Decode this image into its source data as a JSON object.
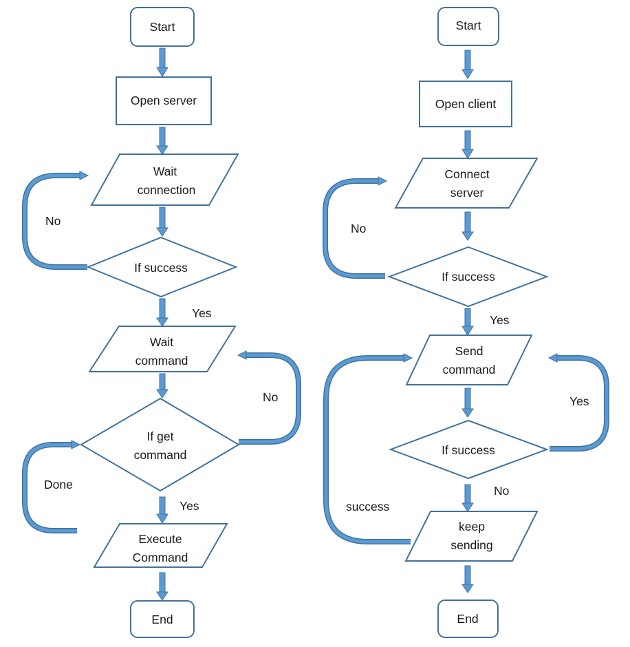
{
  "colors": {
    "outline": "#41719c",
    "arrow_fill": "#5b9bd5",
    "arrow_edge": "#41719c",
    "text": "#1a1a1a",
    "background": "#ffffff"
  },
  "server": {
    "start": "Start",
    "open": "Open server",
    "wait_connection": [
      "Wait",
      "connection"
    ],
    "if_success": "If success",
    "no_label": "No",
    "yes_label_1": "Yes",
    "wait_command": [
      "Wait",
      "command"
    ],
    "if_get_command": [
      "If get",
      "command"
    ],
    "no_label_2": "No",
    "done_label": "Done",
    "yes_label_2": "Yes",
    "execute": [
      "Execute",
      "Command"
    ],
    "end": "End"
  },
  "client": {
    "start": "Start",
    "open": "Open client",
    "connect": [
      "Connect",
      "server"
    ],
    "no_label": "No",
    "if_success_1": "If success",
    "yes_label_1": "Yes",
    "send": [
      "Send",
      "command"
    ],
    "yes_label_2": "Yes",
    "if_success_2": "If success",
    "no_label_2": "No",
    "success_label": "success",
    "keep_sending": [
      "keep",
      "sending"
    ],
    "end": "End"
  }
}
